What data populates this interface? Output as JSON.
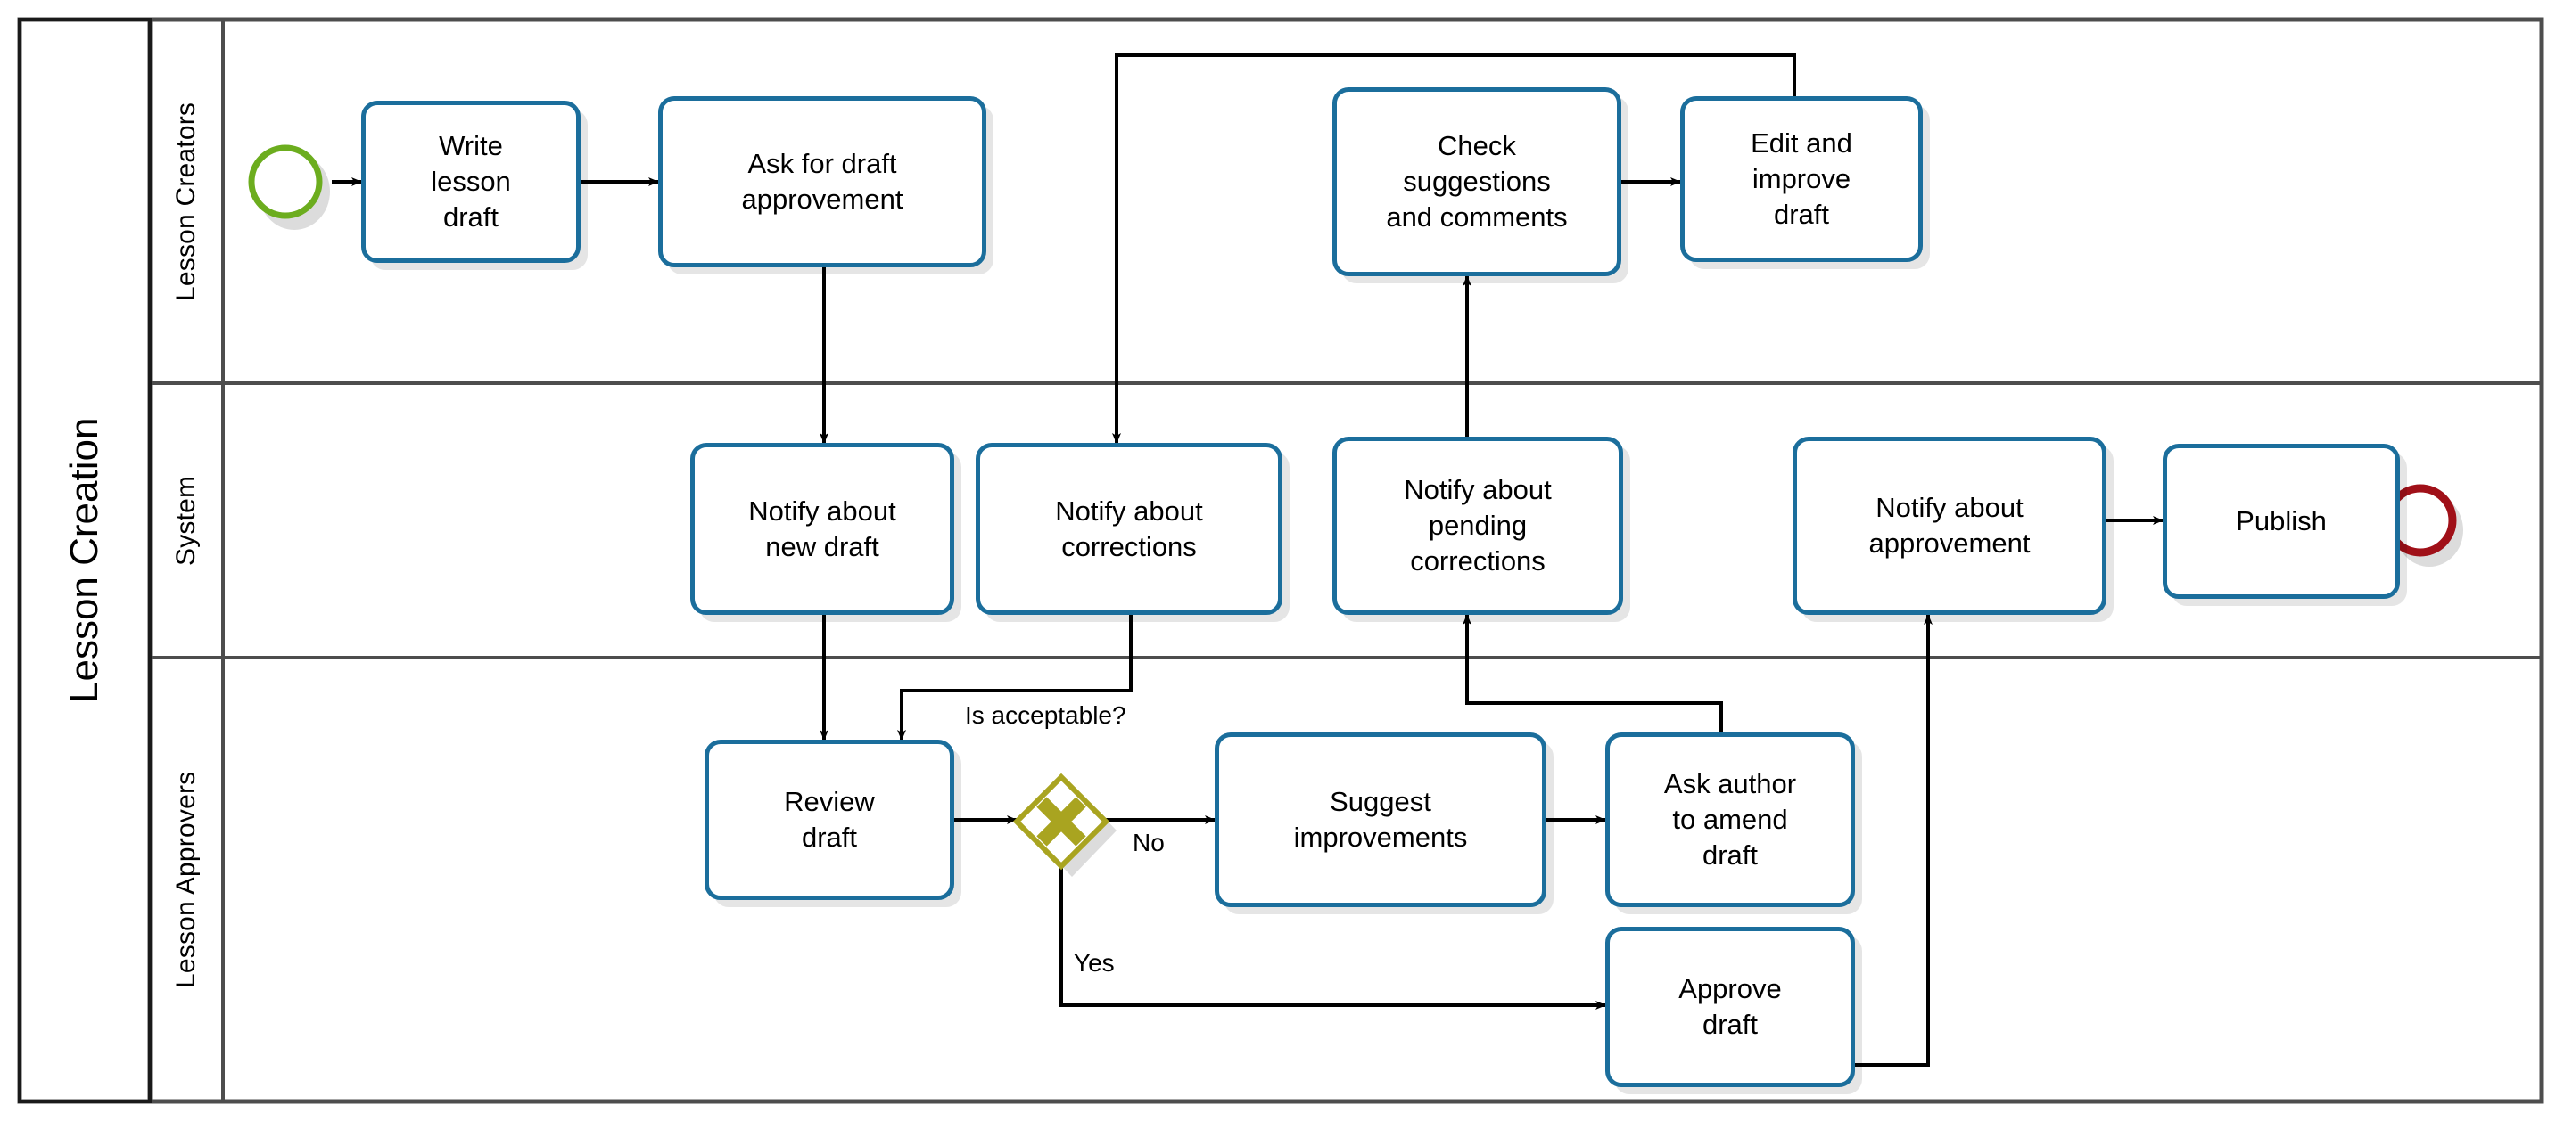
{
  "diagram": {
    "type": "bpmn-collaboration-pool",
    "pool_label": "Lesson Creation",
    "lanes": [
      {
        "label": "Lesson Creators"
      },
      {
        "label": "System"
      },
      {
        "label": "Lesson Approvers"
      }
    ],
    "colors": {
      "task_border": "#1B6E9C",
      "start_event": "#6CAD1E",
      "end_event": "#A01018",
      "gateway": "#A9A420",
      "pool_border": "#4D4D4D",
      "flow": "#000000",
      "shadow": "#DCDCDC"
    },
    "events": [
      {
        "name": "start-event",
        "kind": "start",
        "lane": "Lesson Creators"
      },
      {
        "name": "end-event",
        "kind": "end",
        "lane": "System"
      }
    ],
    "gateways": [
      {
        "name": "is-acceptable-gateway",
        "kind": "exclusive",
        "label": "Is acceptable?",
        "lane": "Lesson Approvers"
      }
    ],
    "tasks": [
      {
        "id": "write-lesson-draft",
        "label": "Write\nlesson\ndraft",
        "lane": "Lesson Creators"
      },
      {
        "id": "ask-for-draft-approvement",
        "label": "Ask for draft\napprovement",
        "lane": "Lesson Creators"
      },
      {
        "id": "check-suggestions",
        "label": "Check\nsuggestions\nand comments",
        "lane": "Lesson Creators"
      },
      {
        "id": "edit-and-improve-draft",
        "label": "Edit and\nimprove\ndraft",
        "lane": "Lesson Creators"
      },
      {
        "id": "notify-about-new-draft",
        "label": "Notify about\nnew draft",
        "lane": "System"
      },
      {
        "id": "notify-about-corrections",
        "label": "Notify about\ncorrections",
        "lane": "System"
      },
      {
        "id": "notify-pending-corrections",
        "label": "Notify about\npending\ncorrections",
        "lane": "System"
      },
      {
        "id": "notify-about-approvement",
        "label": "Notify about\napprovement",
        "lane": "System"
      },
      {
        "id": "publish",
        "label": "Publish",
        "lane": "System"
      },
      {
        "id": "review-draft",
        "label": "Review\ndraft",
        "lane": "Lesson Approvers"
      },
      {
        "id": "suggest-improvements",
        "label": "Suggest\nimprovements",
        "lane": "Lesson Approvers"
      },
      {
        "id": "ask-author-to-amend-draft",
        "label": "Ask author\nto amend\ndraft",
        "lane": "Lesson Approvers"
      },
      {
        "id": "approve-draft",
        "label": "Approve\ndraft",
        "lane": "Lesson Approvers"
      }
    ],
    "flow_labels": {
      "no": "No",
      "yes": "Yes"
    }
  }
}
